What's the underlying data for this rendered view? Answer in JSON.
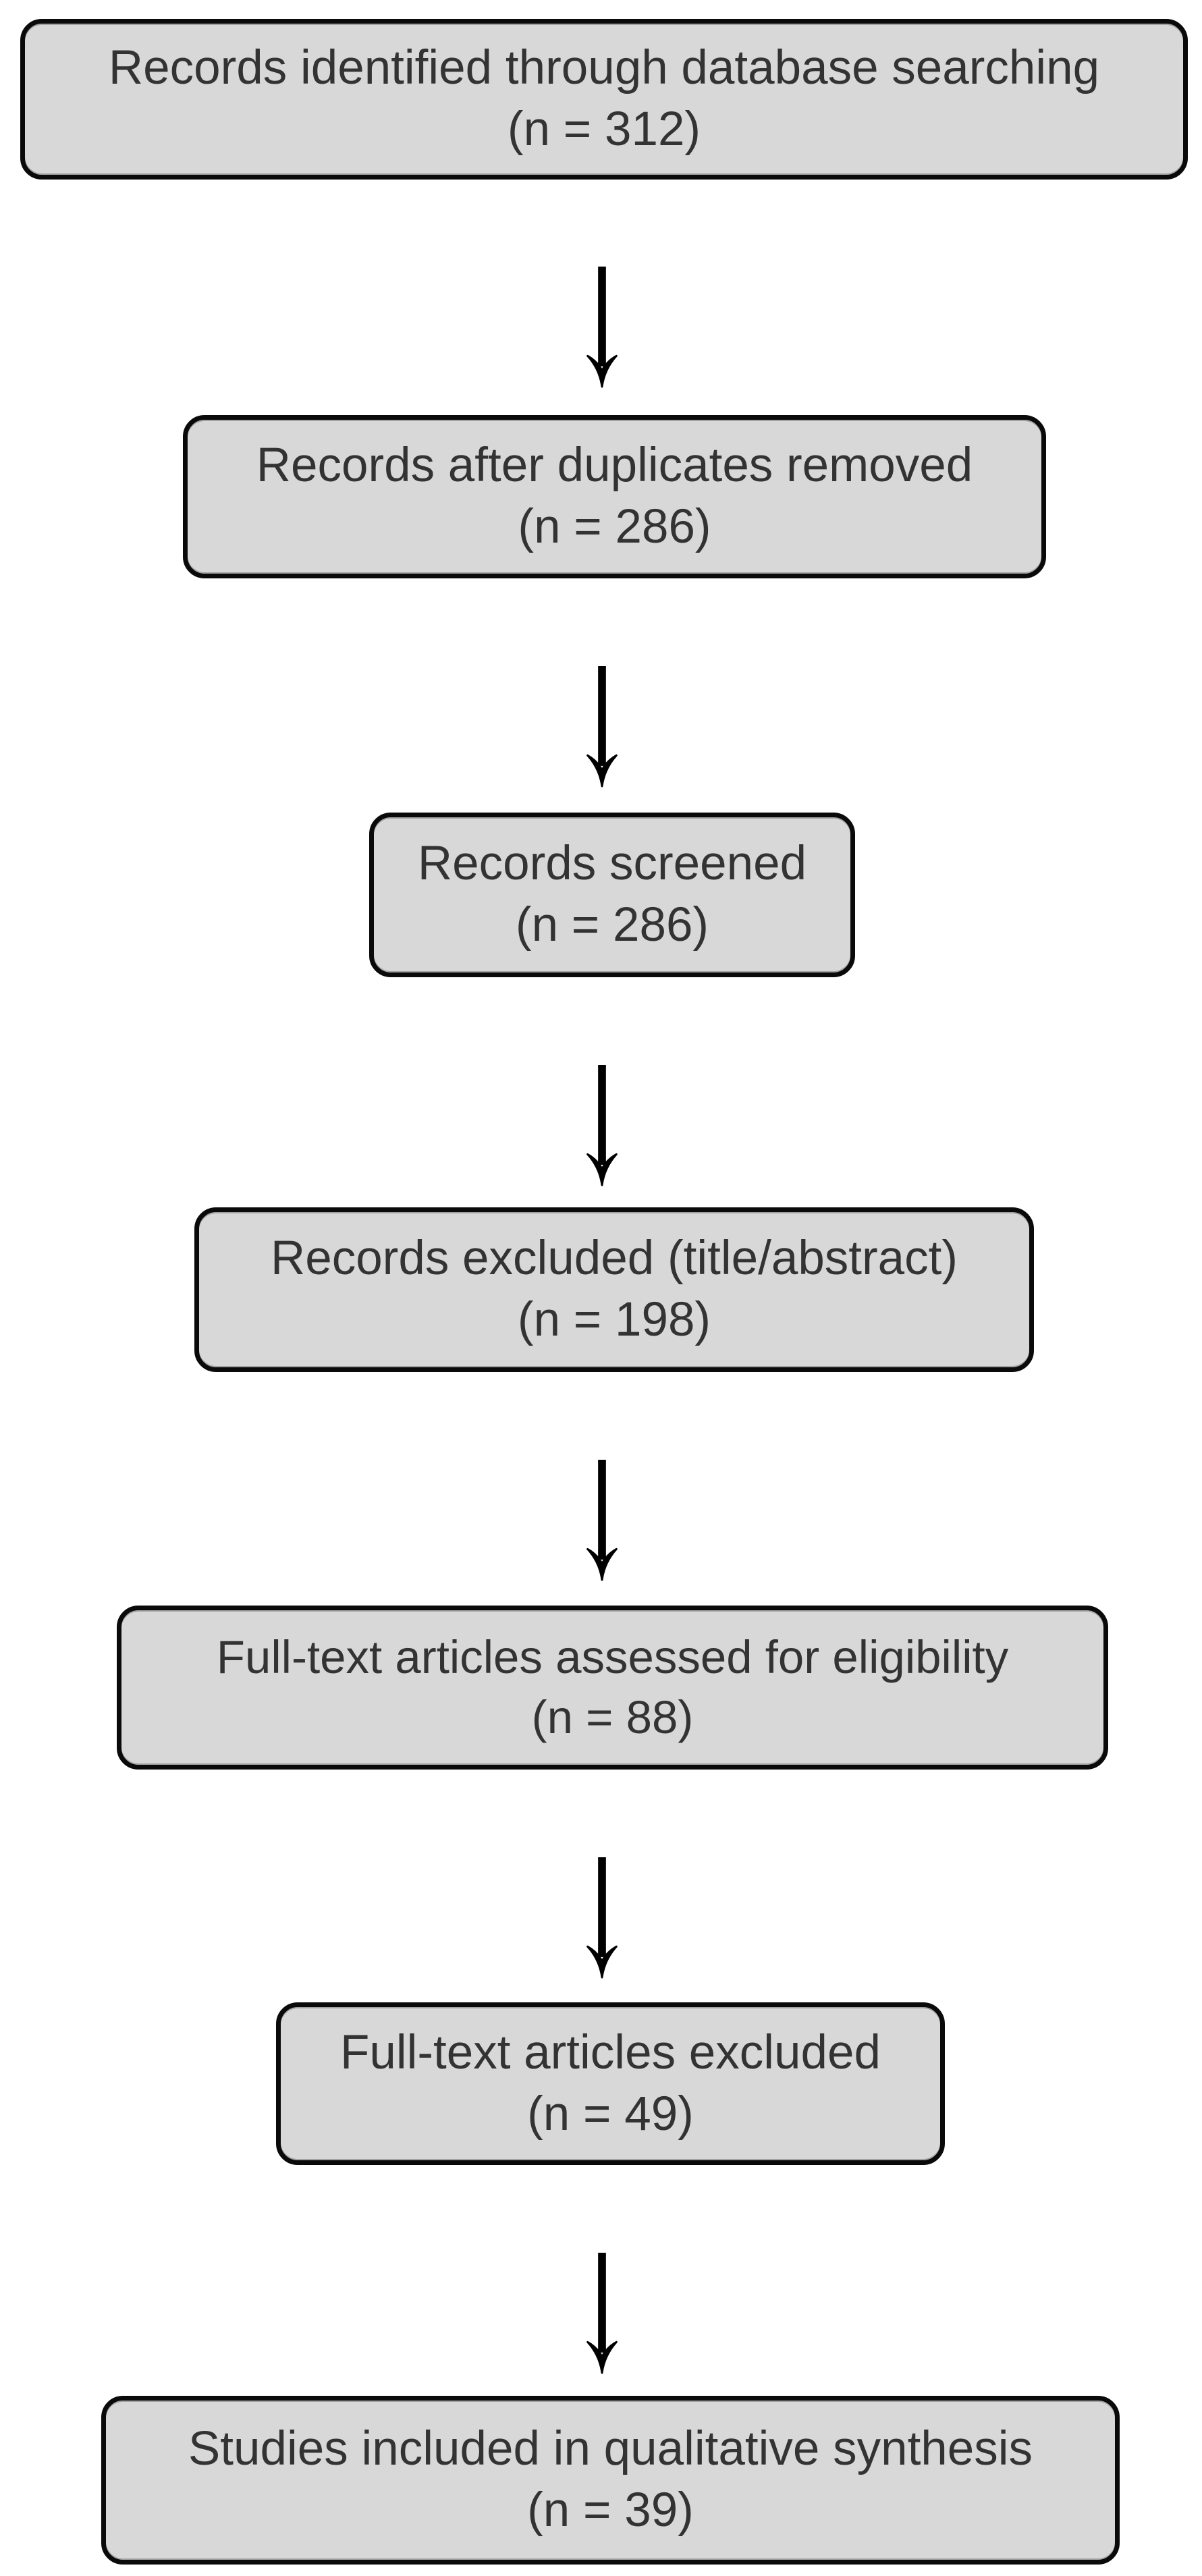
{
  "colors": {
    "background": "#ffffff",
    "box_fill": "#d8d8d8",
    "box_border": "#0a0a0a",
    "text": "#333333",
    "arrow": "#000000"
  },
  "flowchart": {
    "boxes": [
      {
        "label": "Records identified through database searching",
        "count": "(n = 312)"
      },
      {
        "label": "Records after duplicates removed",
        "count": "(n = 286)"
      },
      {
        "label": "Records screened",
        "count": "(n = 286)"
      },
      {
        "label": "Records excluded (title/abstract)",
        "count": "(n = 198)"
      },
      {
        "label": "Full-text articles assessed for eligibility",
        "count": "(n = 88)"
      },
      {
        "label": "Full-text articles excluded",
        "count": "(n = 49)"
      },
      {
        "label": "Studies included in qualitative synthesis",
        "count": "(n = 39)"
      }
    ]
  }
}
